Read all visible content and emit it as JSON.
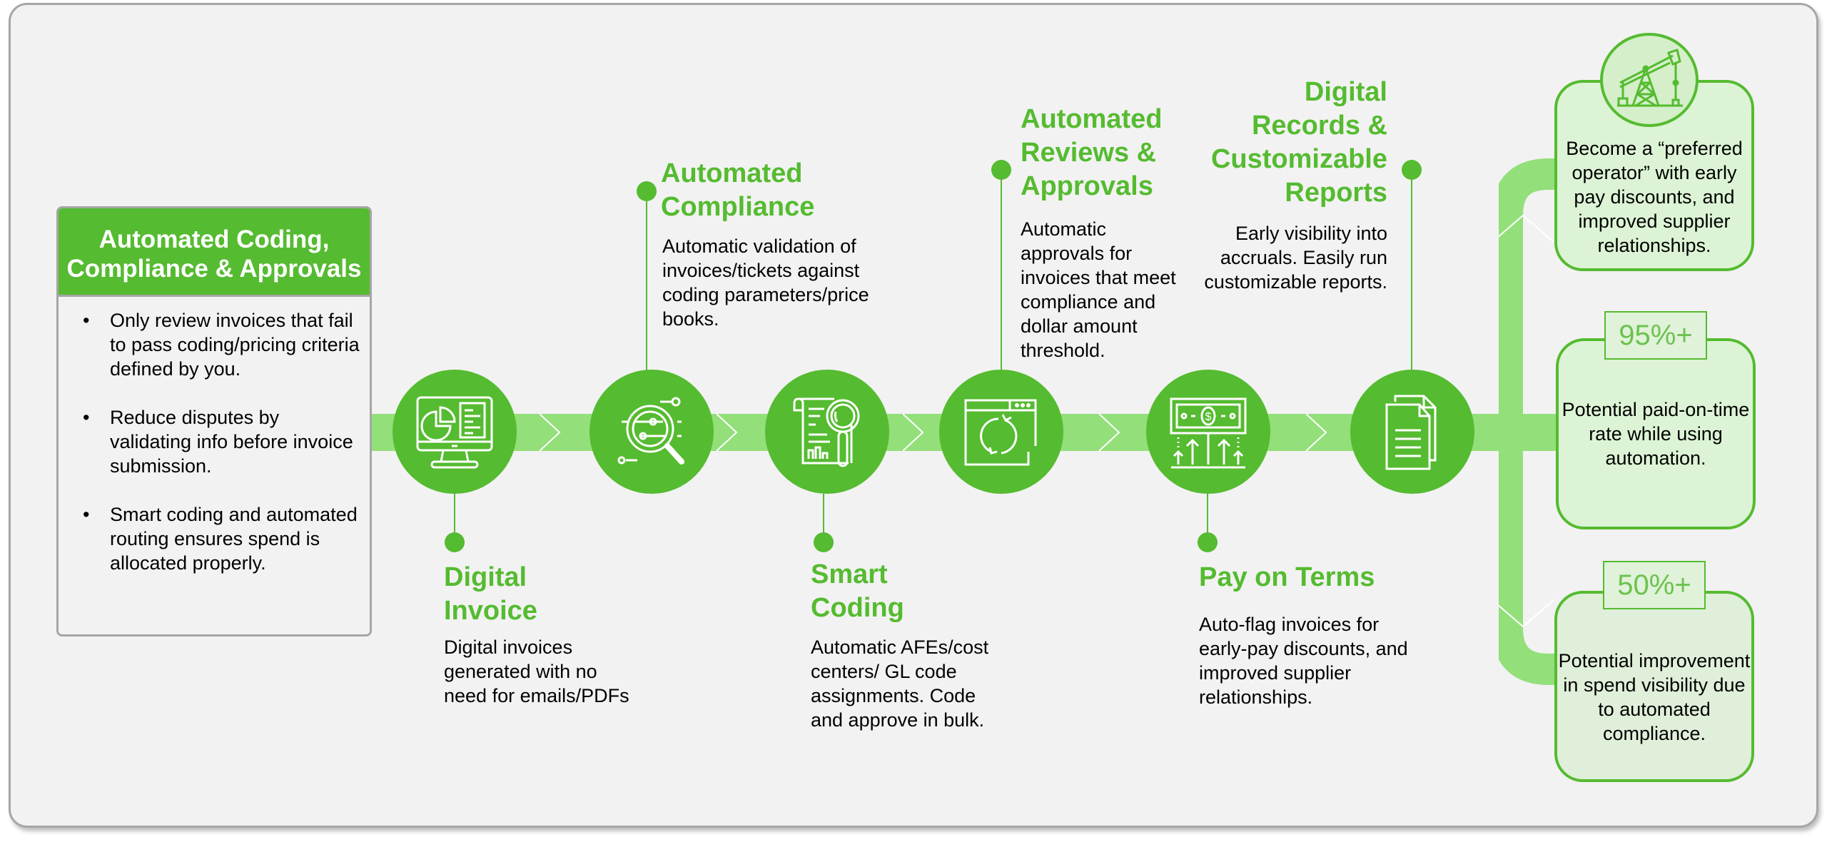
{
  "summary_box": {
    "title": "Automated Coding, Compliance & Approvals",
    "bullets": [
      "Only review invoices that fail to pass coding/pricing criteria defined by you.",
      "Reduce disputes by validating info before invoice submission.",
      "Smart coding and automated routing ensures spend is allocated properly."
    ],
    "bullet_glyph": "•"
  },
  "steps": [
    {
      "icon": "monitor-dashboard-icon",
      "title": "Digital Invoice",
      "title_lines": [
        "Digital",
        "Invoice"
      ],
      "description": "Digital invoices generated with no need for emails/PDFs",
      "position": "below"
    },
    {
      "icon": "magnifier-settings-icon",
      "title": "Automated Compliance",
      "title_lines": [
        "Automated",
        "Compliance"
      ],
      "description": "Automatic validation of invoices/tickets against coding parameters/price books.",
      "position": "above"
    },
    {
      "icon": "document-search-icon",
      "title": "Smart Coding",
      "title_lines": [
        "Smart",
        "Coding"
      ],
      "description": "Automatic AFEs/cost centers/ GL code assignments. Code and approve in bulk.",
      "position": "below"
    },
    {
      "icon": "browser-refresh-icon",
      "title": "Automated Reviews & Approvals",
      "title_lines": [
        "Automated",
        "Reviews &",
        "Approvals"
      ],
      "description": "Automatic approvals for invoices that meet compliance and dollar amount threshold.",
      "position": "above"
    },
    {
      "icon": "money-growth-icon",
      "title": "Pay on Terms",
      "title_lines": [
        "Pay on Terms"
      ],
      "description": "Auto-flag invoices for early-pay discounts, and improved supplier relationships.",
      "position": "below"
    },
    {
      "icon": "documents-icon",
      "title": "Digital Records & Customizable Reports",
      "title_lines": [
        "Digital",
        "Records &",
        "Customizable",
        "Reports"
      ],
      "description": "Early visibility into accruals. Easily run customizable reports.",
      "position": "above"
    }
  ],
  "outcomes": [
    {
      "icon": "oil-pump-icon",
      "badge": "",
      "text": "Become a “preferred operator” with early pay discounts, and improved supplier relationships."
    },
    {
      "icon": "",
      "badge": "95%+",
      "text": "Potential paid-on-time rate while using automation."
    },
    {
      "icon": "",
      "badge": "50%+",
      "text": "Potential improvement in spend visibility due to automated compliance."
    }
  ],
  "colors": {
    "primary_green": "#55bb30",
    "band_green": "#93df7a",
    "outcome_fill": "#dcf4d5",
    "background": "#f2f2f2",
    "border_gray": "#a6a6a6",
    "text": "#000000"
  }
}
